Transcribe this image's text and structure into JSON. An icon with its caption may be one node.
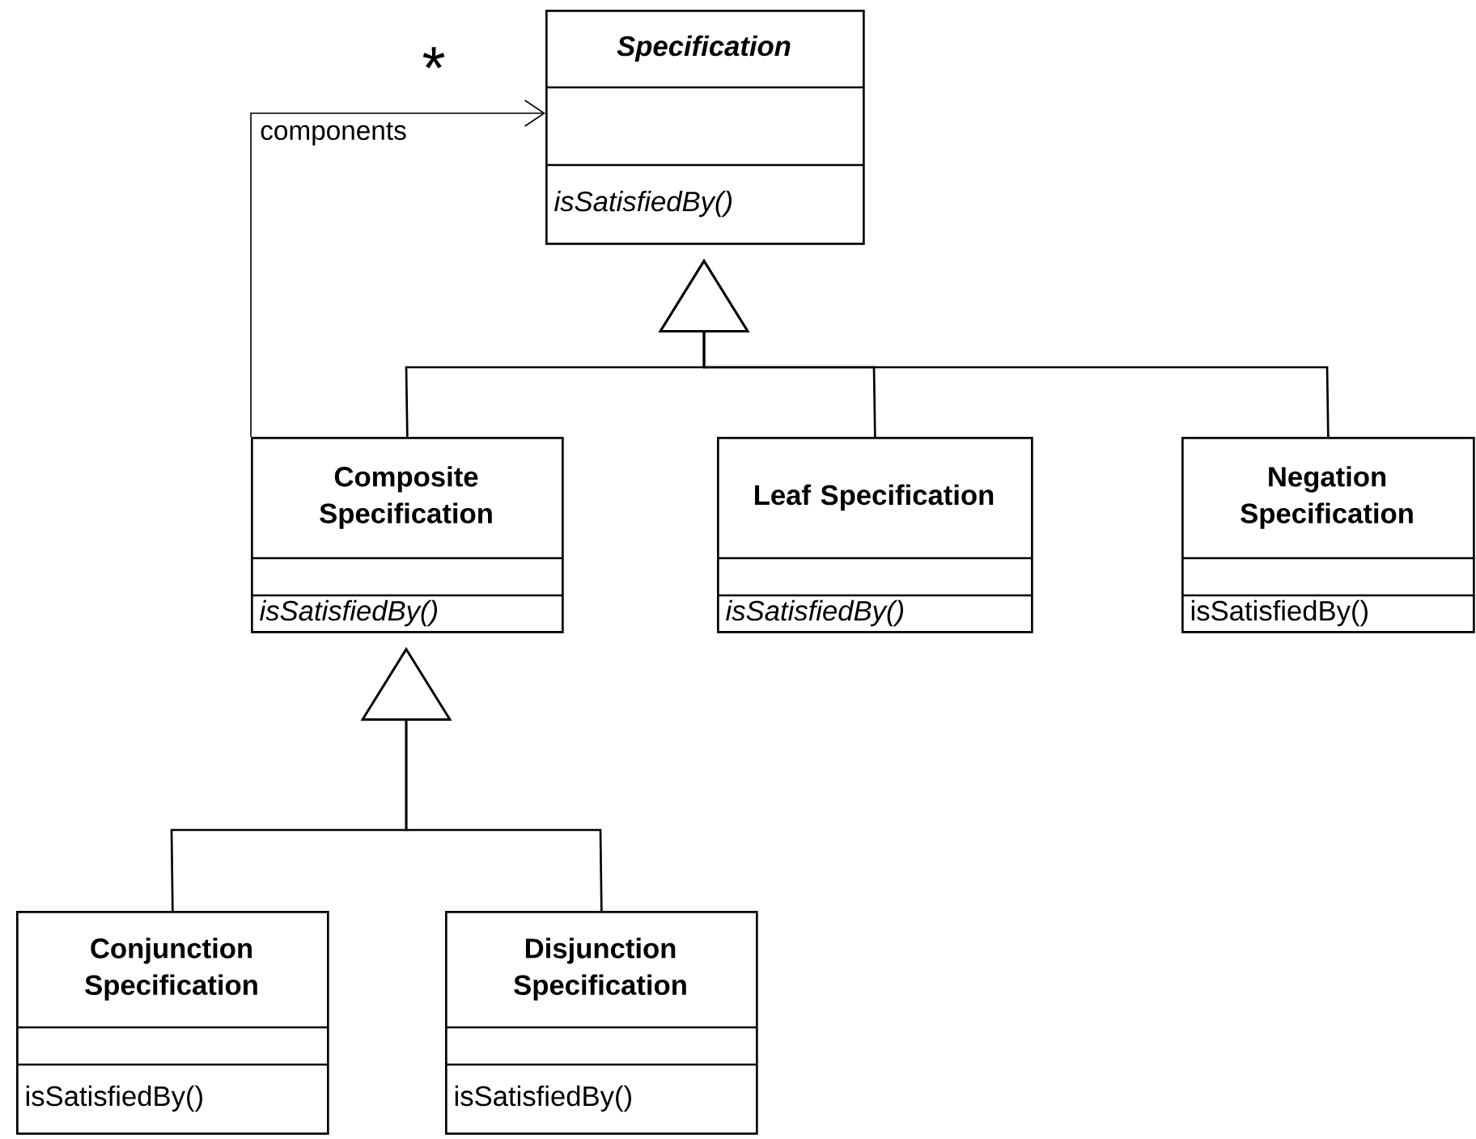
{
  "diagram": {
    "nodes": [
      {
        "text": [
          "Specification",
          "isSatisfiedBy()"
        ]
      },
      {
        "text": [
          "Composite Specification",
          "isSatisfiedBy()"
        ]
      },
      {
        "text": [
          "Leaf Specification",
          "isSatisfiedBy()"
        ]
      },
      {
        "text": [
          "Negation Specification",
          "isSatisfiedBy()"
        ]
      },
      {
        "text": [
          "Conjunction Specification",
          "isSatisfiedBy()"
        ]
      },
      {
        "text": [
          "Disjunction Specification",
          "isSatisfiedBy()"
        ]
      }
    ],
    "edges": [
      {
        "from": 1,
        "to": 0,
        "arrow": "to",
        "label": "components"
      },
      {
        "from": 1,
        "to": 0,
        "arrow": "to"
      },
      {
        "from": 2,
        "to": 0,
        "arrow": "to"
      },
      {
        "from": 3,
        "to": 0,
        "arrow": "to"
      },
      {
        "from": 4,
        "to": 1,
        "arrow": "to"
      },
      {
        "from": 5,
        "to": 1,
        "arrow": "to"
      }
    ],
    "labels": [
      "*"
    ]
  }
}
